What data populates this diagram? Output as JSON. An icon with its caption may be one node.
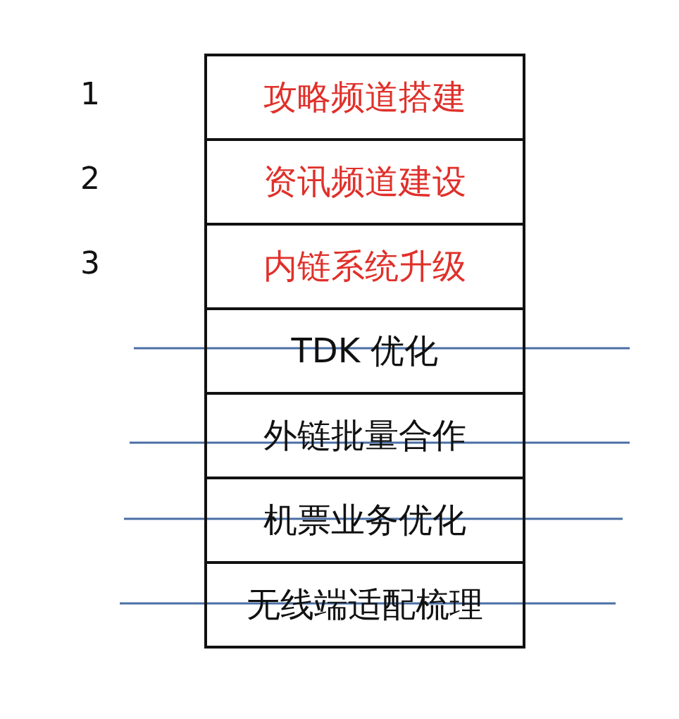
{
  "diagram": {
    "nodes": [
      {
        "text": [
          "攻略频道搭建"
        ],
        "beside": [
          "1"
        ]
      },
      {
        "text": [
          "资讯频道建设"
        ],
        "beside": [
          "2"
        ]
      },
      {
        "text": [
          "内链系统升级"
        ],
        "beside": [
          "3"
        ]
      },
      {
        "text": [
          "TDK 优化"
        ]
      },
      {
        "text": [
          "外链批量合作"
        ]
      },
      {
        "text": [
          "机票业务优化"
        ]
      },
      {
        "text": [
          "无线端适配梳理"
        ]
      }
    ]
  }
}
